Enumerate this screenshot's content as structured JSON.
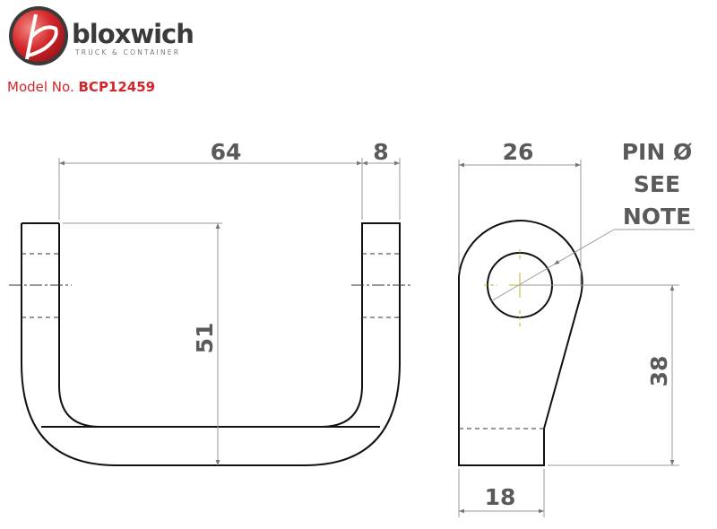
{
  "brand": {
    "name": "bloxwich",
    "tagline": "TRUCK & CONTAINER",
    "logo_letter": "b",
    "red": "#d3262b",
    "gray": "#3a3a3a"
  },
  "model": {
    "label": "Model No.",
    "value": "BCP12459"
  },
  "dimensions": {
    "width_inner": "64",
    "leg_thickness": "8",
    "height": "51",
    "eye_width": "26",
    "pin_center_height": "38",
    "base_width": "18"
  },
  "note": {
    "line1": "PIN Ø",
    "line2": "SEE",
    "line3": "NOTE"
  }
}
